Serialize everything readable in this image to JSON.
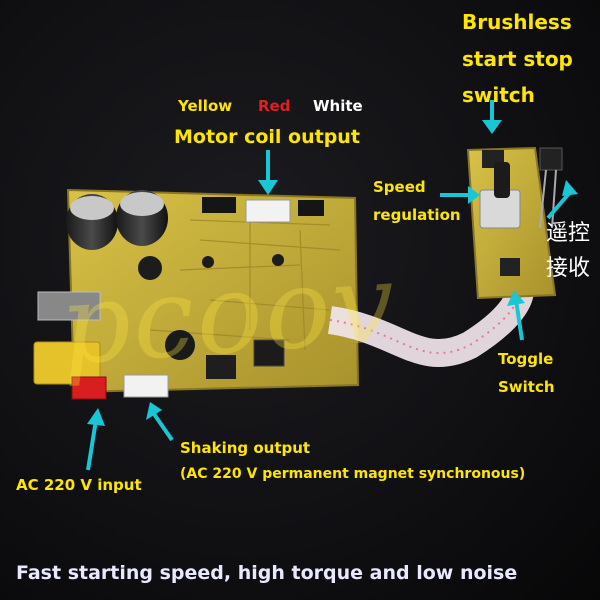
{
  "watermark": "pcoov",
  "labels": {
    "brushless_line1": "Brushless",
    "brushless_line2": "start stop",
    "brushless_line3": "switch",
    "wire_yellow": "Yellow",
    "wire_red": "Red",
    "wire_white": "White",
    "motor_coil_output": "Motor coil output",
    "speed_line1": "Speed",
    "speed_line2": "regulation",
    "remote_line1": "遥控",
    "remote_line2": "接收",
    "toggle_line1": "Toggle",
    "toggle_line2": "Switch",
    "shaking_line1": "Shaking output",
    "shaking_line2": "(AC 220 V permanent magnet synchronous)",
    "ac_input": "AC 220 V input",
    "tagline": "Fast starting speed, high torque and low noise"
  },
  "colors": {
    "label_yellow": "#ffe600",
    "label_red": "#e02020",
    "label_white": "#ffffff",
    "arrow_cyan": "#19c6d6",
    "pcb_yellow": "#c9b23a",
    "background": "#111114"
  }
}
